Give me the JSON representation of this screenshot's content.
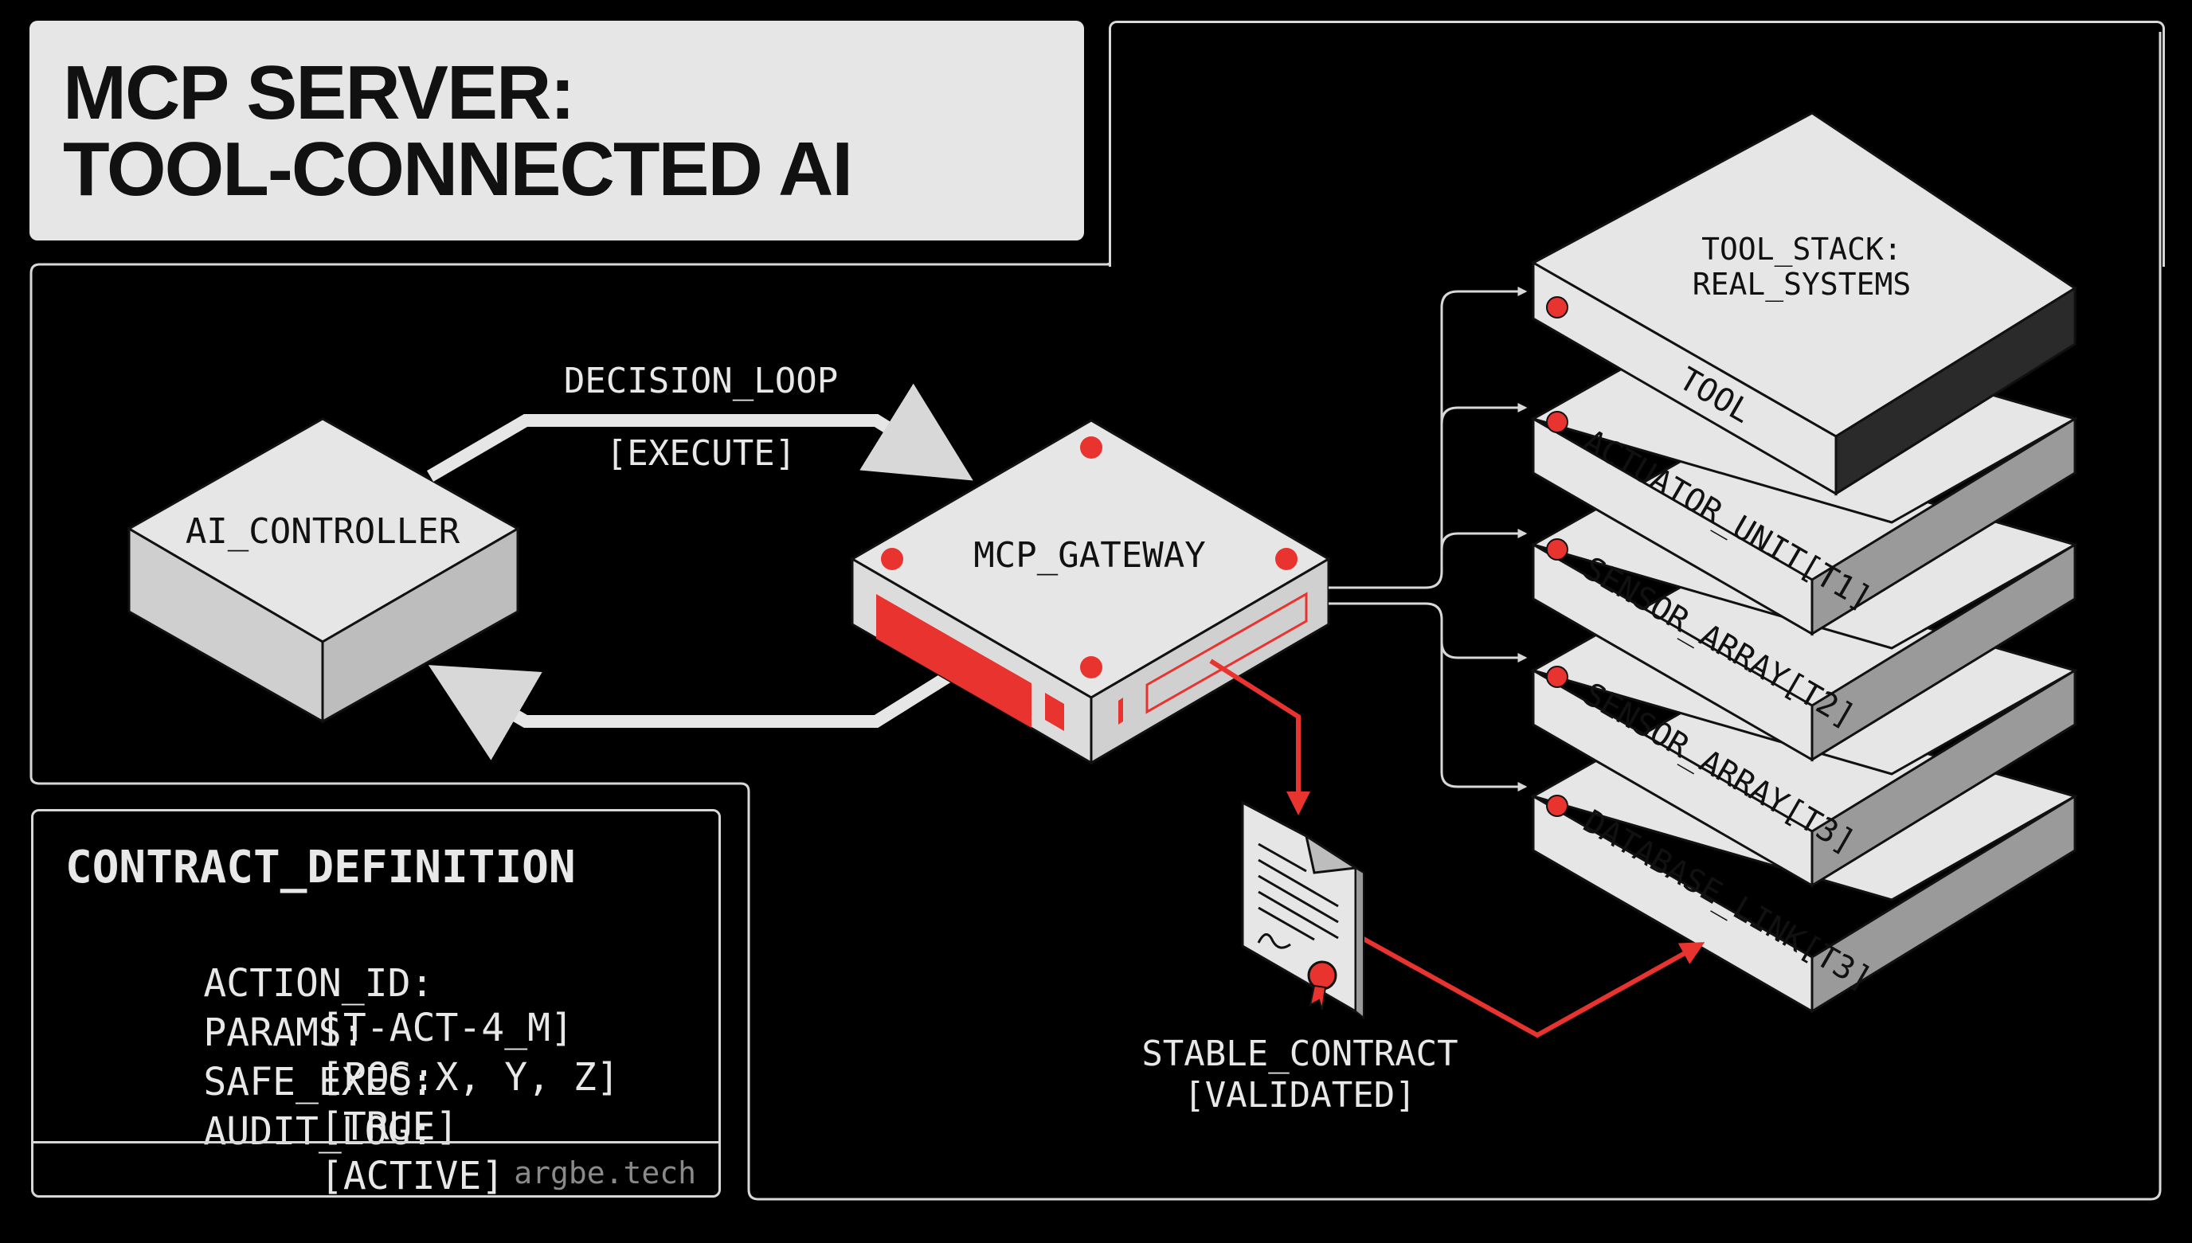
{
  "title": {
    "line1": "MCP SERVER:",
    "line2": "TOOL-CONNECTED AI"
  },
  "diagram": {
    "controller": "AI_CONTROLLER",
    "gateway": "MCP_GATEWAY",
    "loop_label": "DECISION_LOOP",
    "loop_action": "[EXECUTE]",
    "stack_title_1": "TOOL_STACK:",
    "stack_title_2": "REAL_SYSTEMS",
    "tools": [
      "TOOL",
      "ACTUATOR_UNIT[T1]",
      "SENSOR_ARRAY[T2]",
      "SENSOR_ARRAY[T3]",
      "DATABASE_LINK[T3]"
    ],
    "contract_label_1": "STABLE_CONTRACT",
    "contract_label_2": "[VALIDATED]"
  },
  "contract": {
    "title": "CONTRACT_DEFINITION",
    "rows": [
      {
        "key": "ACTION_ID:",
        "value": "[T-ACT-4_M]"
      },
      {
        "key": "PARAMS:",
        "value": "[POS:X, Y, Z]"
      },
      {
        "key": "SAFE_EXEC:",
        "value": "[TRUE]"
      },
      {
        "key": "AUDIT_LOG:",
        "value": "[ACTIVE]"
      }
    ]
  },
  "brand": "argbe.tech",
  "colors": {
    "background": "#000000",
    "panel": "#e6e6e6",
    "accent_red": "#e8332f",
    "line": "#d8d8d8"
  }
}
